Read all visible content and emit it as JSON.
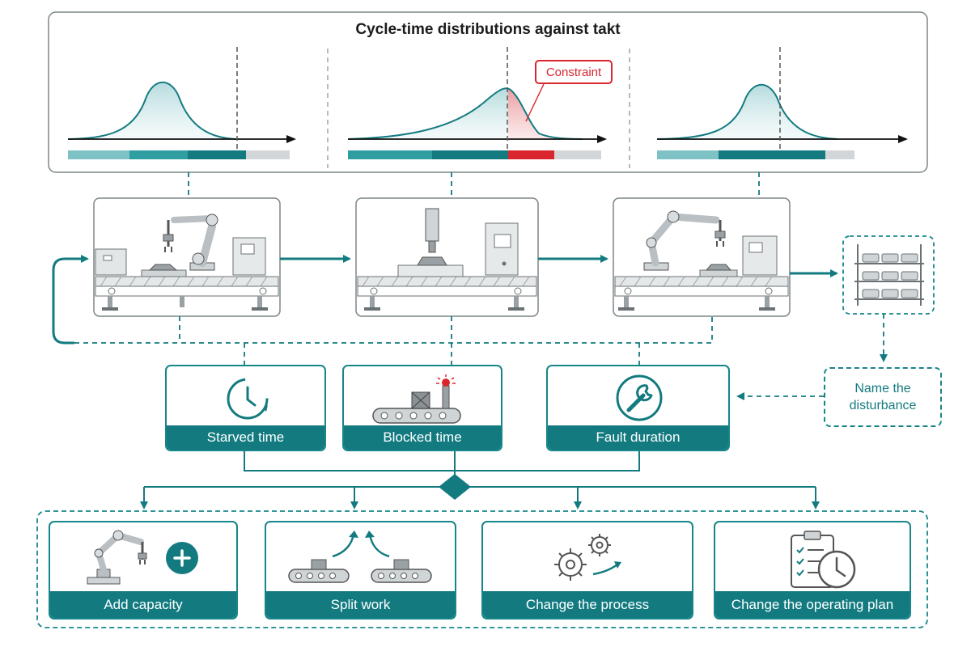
{
  "title": "Cycle-time distributions against takt",
  "constraint_label": "Constraint",
  "metrics": [
    {
      "label": "Starved time",
      "icon": "clock-icon"
    },
    {
      "label": "Blocked time",
      "icon": "blocked-conveyor-icon"
    },
    {
      "label": "Fault duration",
      "icon": "wrench-icon"
    }
  ],
  "disturbance_label": "Name the disturbance",
  "actions": [
    {
      "label": "Add capacity",
      "icon": "robot-plus-icon"
    },
    {
      "label": "Split work",
      "icon": "split-conveyor-icon"
    },
    {
      "label": "Change the process",
      "icon": "gears-icon"
    },
    {
      "label": "Change the operating plan",
      "icon": "clipboard-clock-icon"
    }
  ],
  "colors": {
    "teal": "#137b80",
    "teal_light": "#7fc2c6",
    "red": "#d9262e",
    "grey": "#d3d6d8"
  }
}
